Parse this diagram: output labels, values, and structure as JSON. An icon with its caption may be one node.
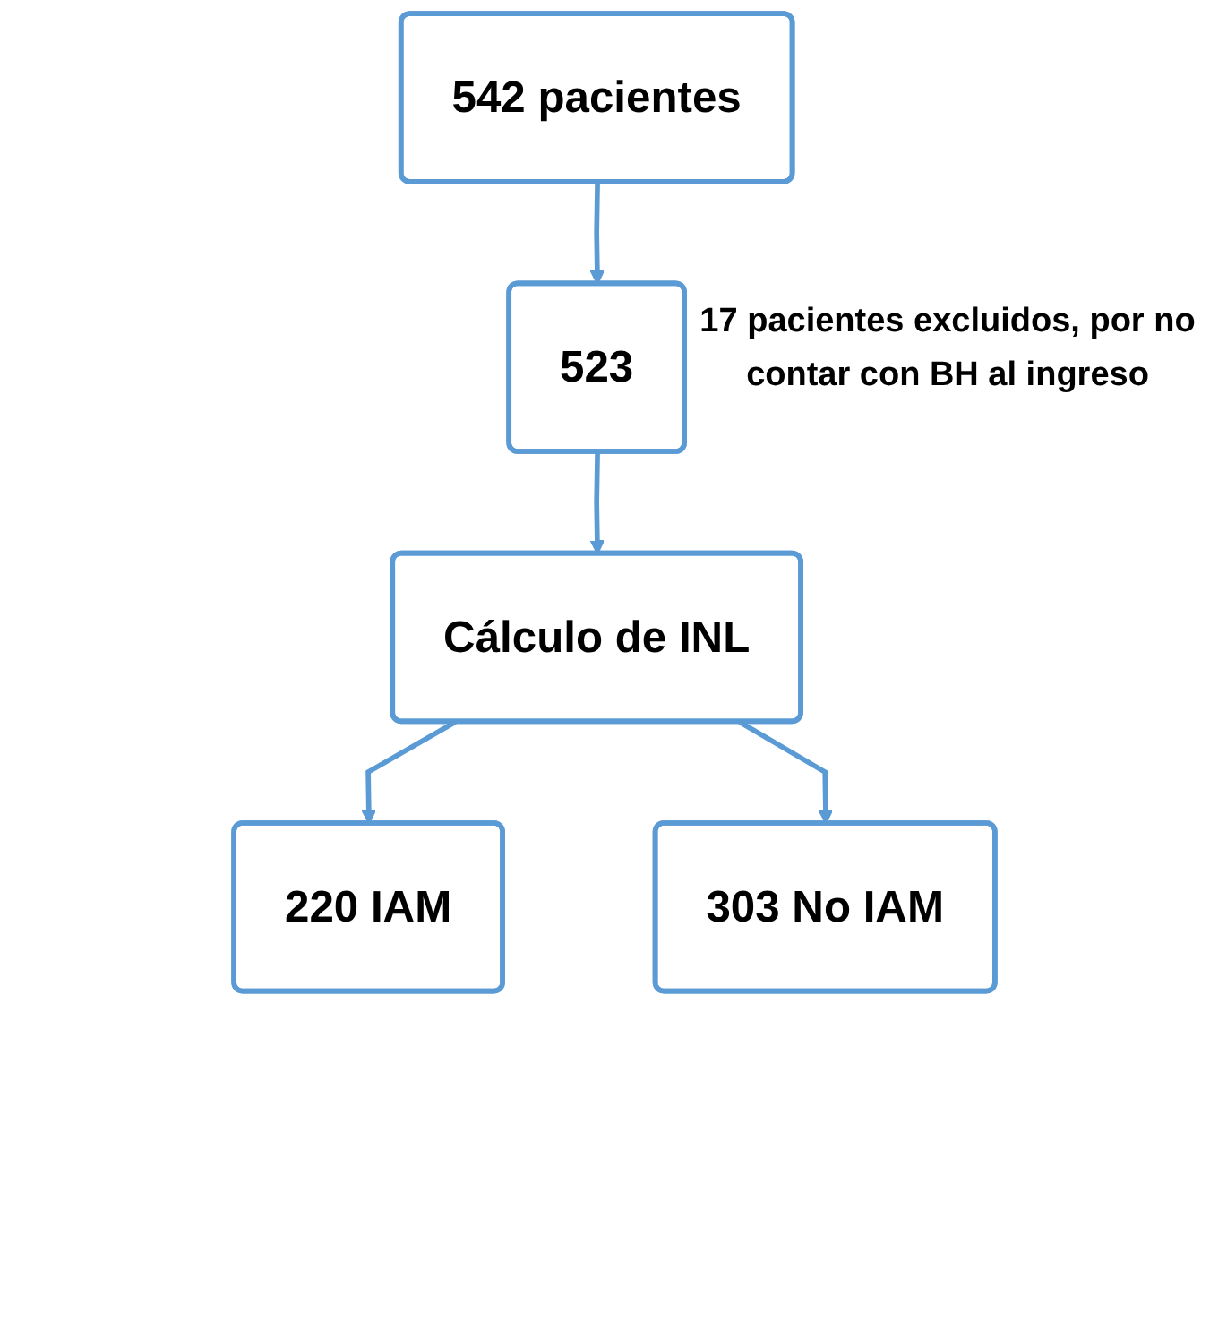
{
  "diagram": {
    "nodes": [
      {
        "text": [
          "542 pacientes"
        ]
      },
      {
        "text": [
          "523"
        ]
      },
      {
        "text": [
          "Cálculo de INL"
        ]
      },
      {
        "text": [
          "220 IAM"
        ]
      },
      {
        "text": [
          "303 No IAM"
        ]
      }
    ],
    "edges": [
      {
        "from": 0,
        "to": 1,
        "arrow": "to"
      },
      {
        "from": 1,
        "to": 2,
        "arrow": "to"
      },
      {
        "from": 2,
        "to": 3,
        "arrow": "to"
      },
      {
        "from": 2,
        "to": 4,
        "arrow": "to"
      }
    ],
    "labels": [
      "17 pacientes excluidos, por no contar con BH al ingreso"
    ]
  }
}
